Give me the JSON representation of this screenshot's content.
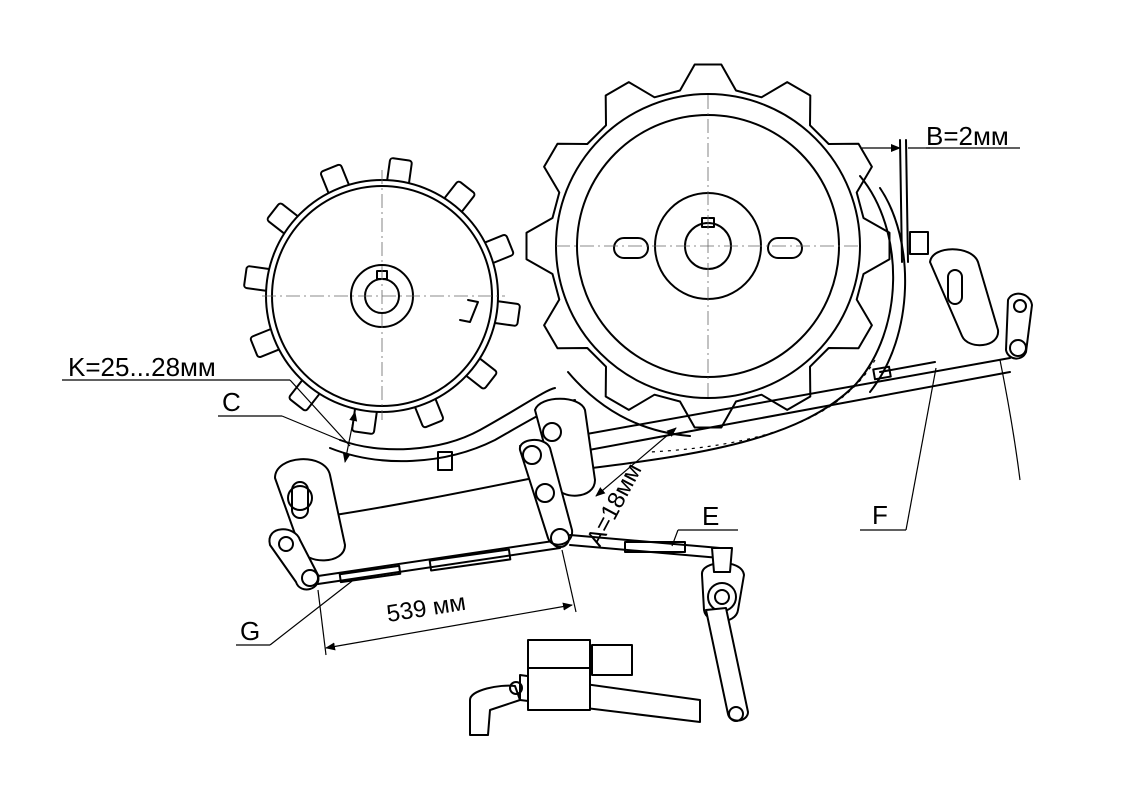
{
  "labels": {
    "k": "K=25...28мм",
    "c": "C",
    "b": "B=2мм",
    "a": "A=18мм",
    "e": "E",
    "f": "F",
    "g": "G",
    "length": "539 мм"
  },
  "colors": {
    "line": "#000000",
    "background": "#ffffff"
  }
}
